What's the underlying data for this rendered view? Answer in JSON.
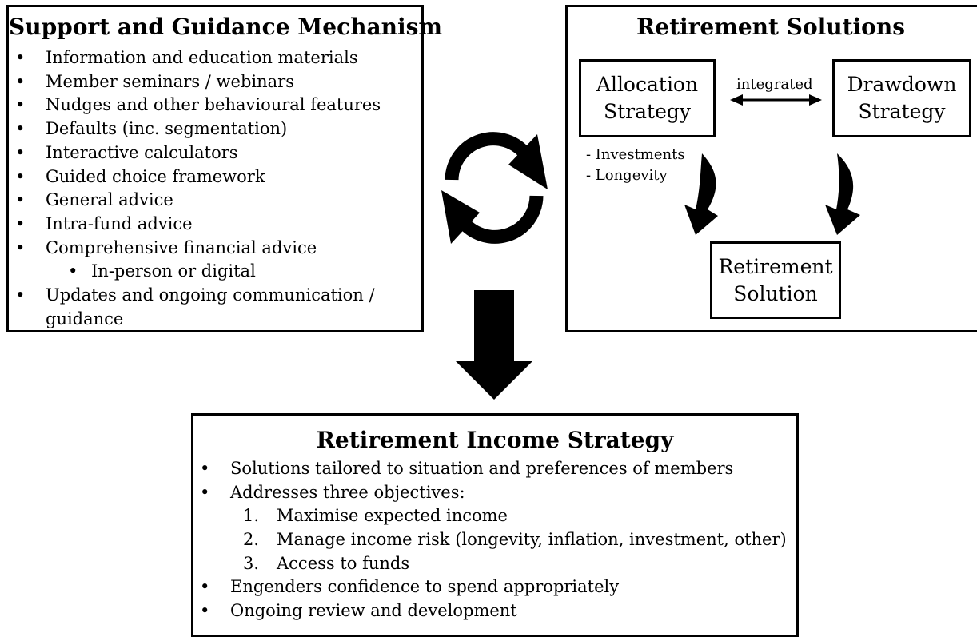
{
  "support": {
    "title": "Support and Guidance Mechanism",
    "items": [
      "Information and education materials",
      "Member seminars / webinars",
      "Nudges and other behavioural features",
      "Defaults (inc. segmentation)",
      "Interactive calculators",
      "Guided choice framework",
      "General advice",
      "Intra-fund advice",
      "Comprehensive financial advice",
      "In-person or digital",
      "Updates and ongoing communication / guidance"
    ]
  },
  "solutions": {
    "title": "Retirement Solutions",
    "allocation": "Allocation Strategy",
    "drawdown": "Drawdown Strategy",
    "connector_label": "integrated",
    "notes": [
      "- Investments",
      "- Longevity"
    ],
    "result": "Retirement Solution"
  },
  "income": {
    "title": "Retirement Income Strategy",
    "items": [
      "Solutions tailored to situation and preferences of members",
      "Addresses three objectives:"
    ],
    "objectives": [
      {
        "n": "1.",
        "text": "Maximise expected income"
      },
      {
        "n": "2.",
        "text": "Manage income risk (longevity, inflation, investment, other)"
      },
      {
        "n": "3.",
        "text": "Access to funds"
      }
    ],
    "items_after": [
      "Engenders confidence to spend appropriately",
      "Ongoing review and development"
    ]
  }
}
